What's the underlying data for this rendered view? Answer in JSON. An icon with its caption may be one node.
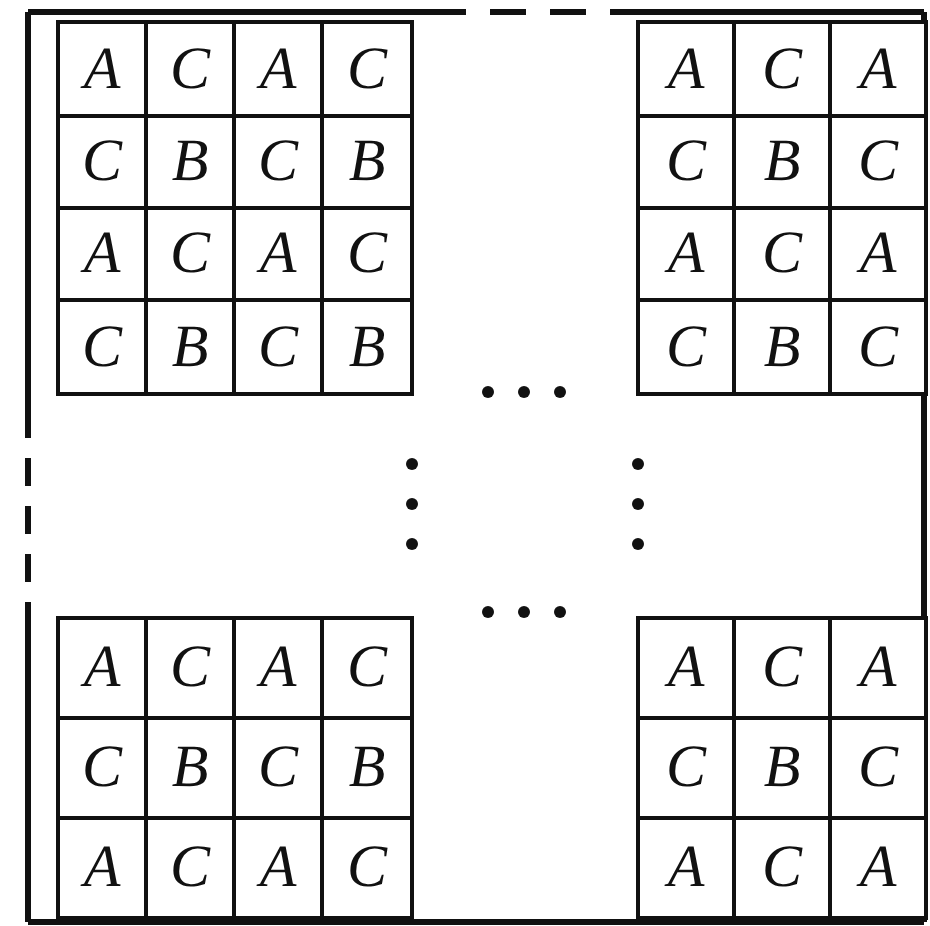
{
  "diagram": {
    "labels": [
      "A",
      "C",
      "A",
      "C",
      "A",
      "C",
      "A",
      "C",
      "B",
      "C",
      "B",
      "C",
      "B",
      "C",
      "A",
      "C",
      "A",
      "C",
      "A",
      "C",
      "A",
      "C",
      "B",
      "C",
      "B",
      "C",
      "B",
      "C",
      "A",
      "C",
      "A",
      "C",
      "A",
      "C",
      "A",
      "C",
      "B",
      "C",
      "B",
      "C",
      "B",
      "C",
      "A",
      "C",
      "A",
      "C",
      "A",
      "C",
      "A"
    ]
  }
}
